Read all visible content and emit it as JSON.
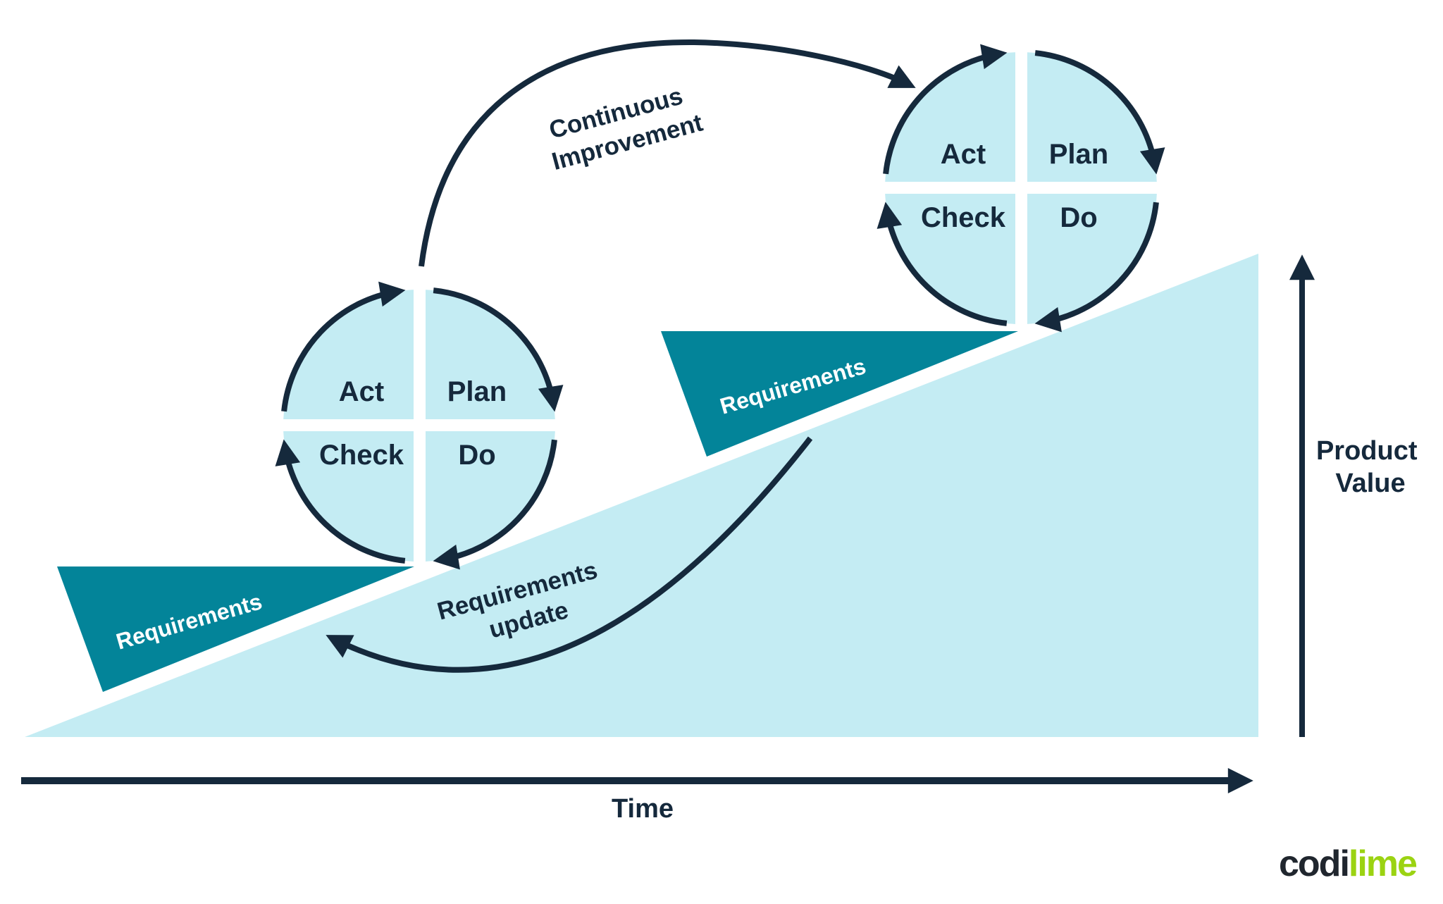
{
  "colors": {
    "navy": "#15293C",
    "teal": "#038499",
    "light_blue": "#C4ECF3",
    "white": "#FFFFFF",
    "logo_dark": "#20262E",
    "logo_green": "#9BD312"
  },
  "cycles": [
    {
      "act": "Act",
      "plan": "Plan",
      "check": "Check",
      "do": "Do"
    },
    {
      "act": "Act",
      "plan": "Plan",
      "check": "Check",
      "do": "Do"
    }
  ],
  "wedges": [
    {
      "label": "Requirements"
    },
    {
      "label": "Requirements"
    }
  ],
  "annotations": {
    "continuous_improvement": {
      "line1": "Continuous",
      "line2": "Improvement"
    },
    "requirements_update": {
      "line1": "Requirements",
      "line2": "update"
    }
  },
  "axes": {
    "x_label": "Time",
    "y_label_line1": "Product",
    "y_label_line2": "Value"
  },
  "logo": {
    "dark_text": "codi",
    "accent_text": "lime"
  }
}
